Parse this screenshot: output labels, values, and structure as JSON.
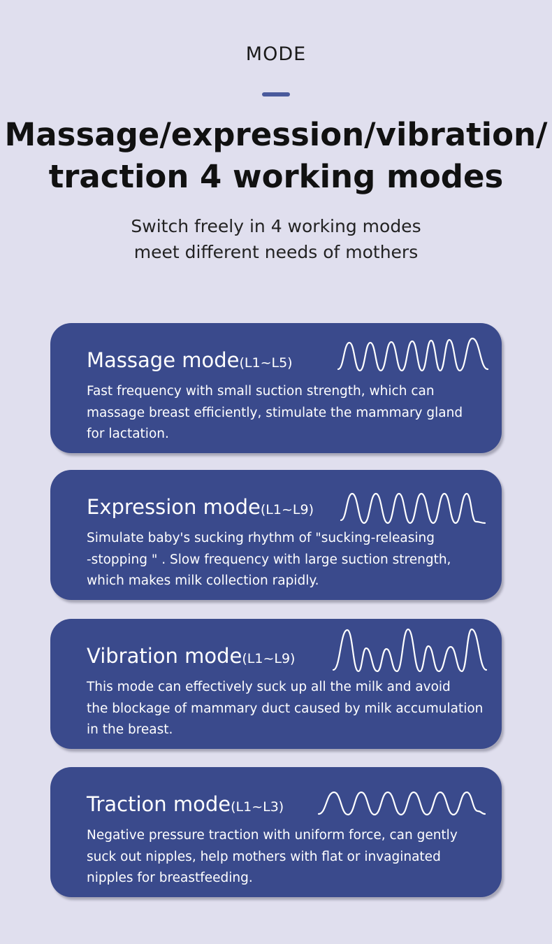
{
  "header": {
    "section_label": "MODE",
    "headline_line1": "Massage/expression/vibration/",
    "headline_line2": "traction  4 working modes",
    "subtitle_line1": "Switch freely in 4 working modes",
    "subtitle_line2": "meet different needs of mothers"
  },
  "modes": [
    {
      "name": "Massage mode",
      "range": "(L1~L5)",
      "description": "Fast frequency with small suction strength, which can\nmassage breast efficiently, stimulate the mammary gland\nfor lactation.",
      "wave_icon": "fast-wave-icon"
    },
    {
      "name": "Expression mode",
      "range": "(L1~L9)",
      "description": "Simulate baby's sucking rhythm of \"sucking-releasing\n-stopping \" . Slow frequency with large suction strength,\nwhich makes milk collection rapidly.",
      "wave_icon": "regular-wave-icon"
    },
    {
      "name": "Vibration mode",
      "range": "(L1~L9)",
      "description": "This mode can effectively suck up all the milk and avoid\nthe blockage of mammary duct caused by milk accumulation\nin the breast.",
      "wave_icon": "mixed-wave-icon"
    },
    {
      "name": "Traction mode",
      "range": "(L1~L3)",
      "description": "Negative pressure traction with uniform force, can gently\nsuck out nipples, help mothers with flat or invaginated\nnipples for breastfeeding.",
      "wave_icon": "gentle-wave-icon"
    }
  ],
  "colors": {
    "background": "#e0dfee",
    "card": "#3a4a8c",
    "accent_bar": "#4a5a9c"
  }
}
